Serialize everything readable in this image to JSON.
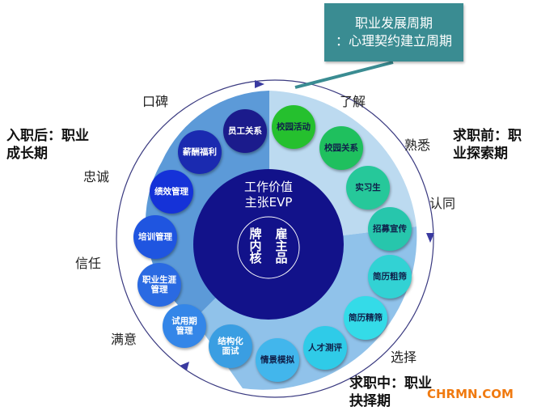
{
  "callout": {
    "line1": "职业发展周期",
    "line2": "：心理契约建立周期"
  },
  "center": {
    "line1": "工作价值",
    "line2": "主张EVP",
    "core": [
      "牌",
      "雇",
      "内",
      "主",
      "核",
      "品"
    ]
  },
  "stage_labels": [
    "口碑",
    "了解",
    "熟悉",
    "认同",
    "选择",
    "满意",
    "信任",
    "忠诚"
  ],
  "phases": {
    "after": {
      "line1": "入职后：职业",
      "line2": "成长期"
    },
    "before": {
      "line1": "求职前：职",
      "line2": "业探索期"
    },
    "during": {
      "line1": "求职中：职业",
      "line2": "抉择期"
    }
  },
  "bubbles": [
    {
      "label": "员工关系",
      "color": "#1b1b8c"
    },
    {
      "label": "校园活动",
      "color": "#25c02e"
    },
    {
      "label": "校园关系",
      "color": "#1fc05e"
    },
    {
      "label": "实习生",
      "color": "#26c89a"
    },
    {
      "label": "招募宣传",
      "color": "#27c6ac"
    },
    {
      "label": "简历粗筛",
      "color": "#32d2d4"
    },
    {
      "label": "简历精筛",
      "color": "#34dbe8"
    },
    {
      "label": "人才测评",
      "color": "#2fcbe8"
    },
    {
      "label": "情景模拟",
      "color": "#42b6ec"
    },
    {
      "label": "结构化\n面试",
      "color": "#3a9ee2"
    },
    {
      "label": "试用期\n管理",
      "color": "#3486e8"
    },
    {
      "label": "职业生涯\n管理",
      "color": "#2a6ae2"
    },
    {
      "label": "培训管理",
      "color": "#1f55e0"
    },
    {
      "label": "绩效管理",
      "color": "#1532d8"
    },
    {
      "label": "薪酬福利",
      "color": "#1a2ab0"
    }
  ],
  "logo": "CHRMN.COM"
}
